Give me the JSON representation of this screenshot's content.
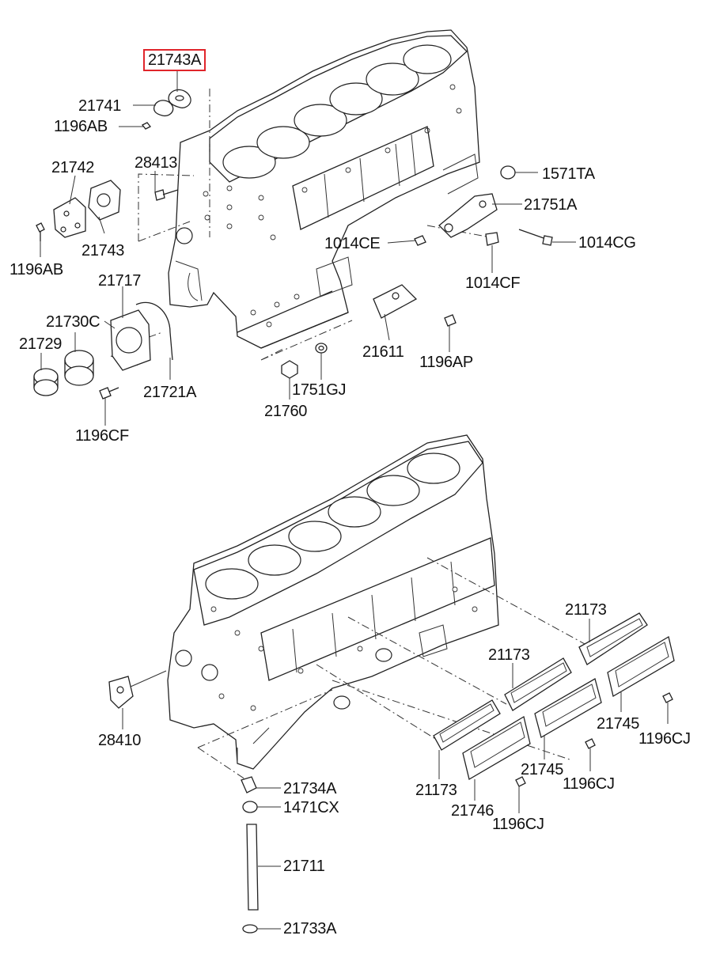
{
  "highlighted_part": "21743A",
  "labels": {
    "p21743A": "21743A",
    "p21741": "21741",
    "p1196AB_top": "1196AB",
    "p21742": "21742",
    "p28413": "28413",
    "p1196AB_left": "1196AB",
    "p21743": "21743",
    "p1571TA": "1571TA",
    "p21751A": "21751A",
    "p1014CE": "1014CE",
    "p1014CG": "1014CG",
    "p1014CF": "1014CF",
    "p21717": "21717",
    "p21730C": "21730C",
    "p21729": "21729",
    "p21721A": "21721A",
    "p1196CF": "1196CF",
    "p21611": "21611",
    "p1196AP": "1196AP",
    "p1751GJ": "1751GJ",
    "p21760": "21760",
    "p21173_a": "21173",
    "p21173_b": "21173",
    "p21173_c": "21173",
    "p21745_a": "21745",
    "p21745_b": "21745",
    "p1196CJ_a": "1196CJ",
    "p1196CJ_b": "1196CJ",
    "p1196CJ_c": "1196CJ",
    "p21746": "21746",
    "p28410": "28410",
    "p21734A": "21734A",
    "p1471CX": "1471CX",
    "p21711": "21711",
    "p21733A": "21733A"
  },
  "colors": {
    "highlight": "#e0252b",
    "ink": "#222222",
    "background": "#ffffff"
  }
}
